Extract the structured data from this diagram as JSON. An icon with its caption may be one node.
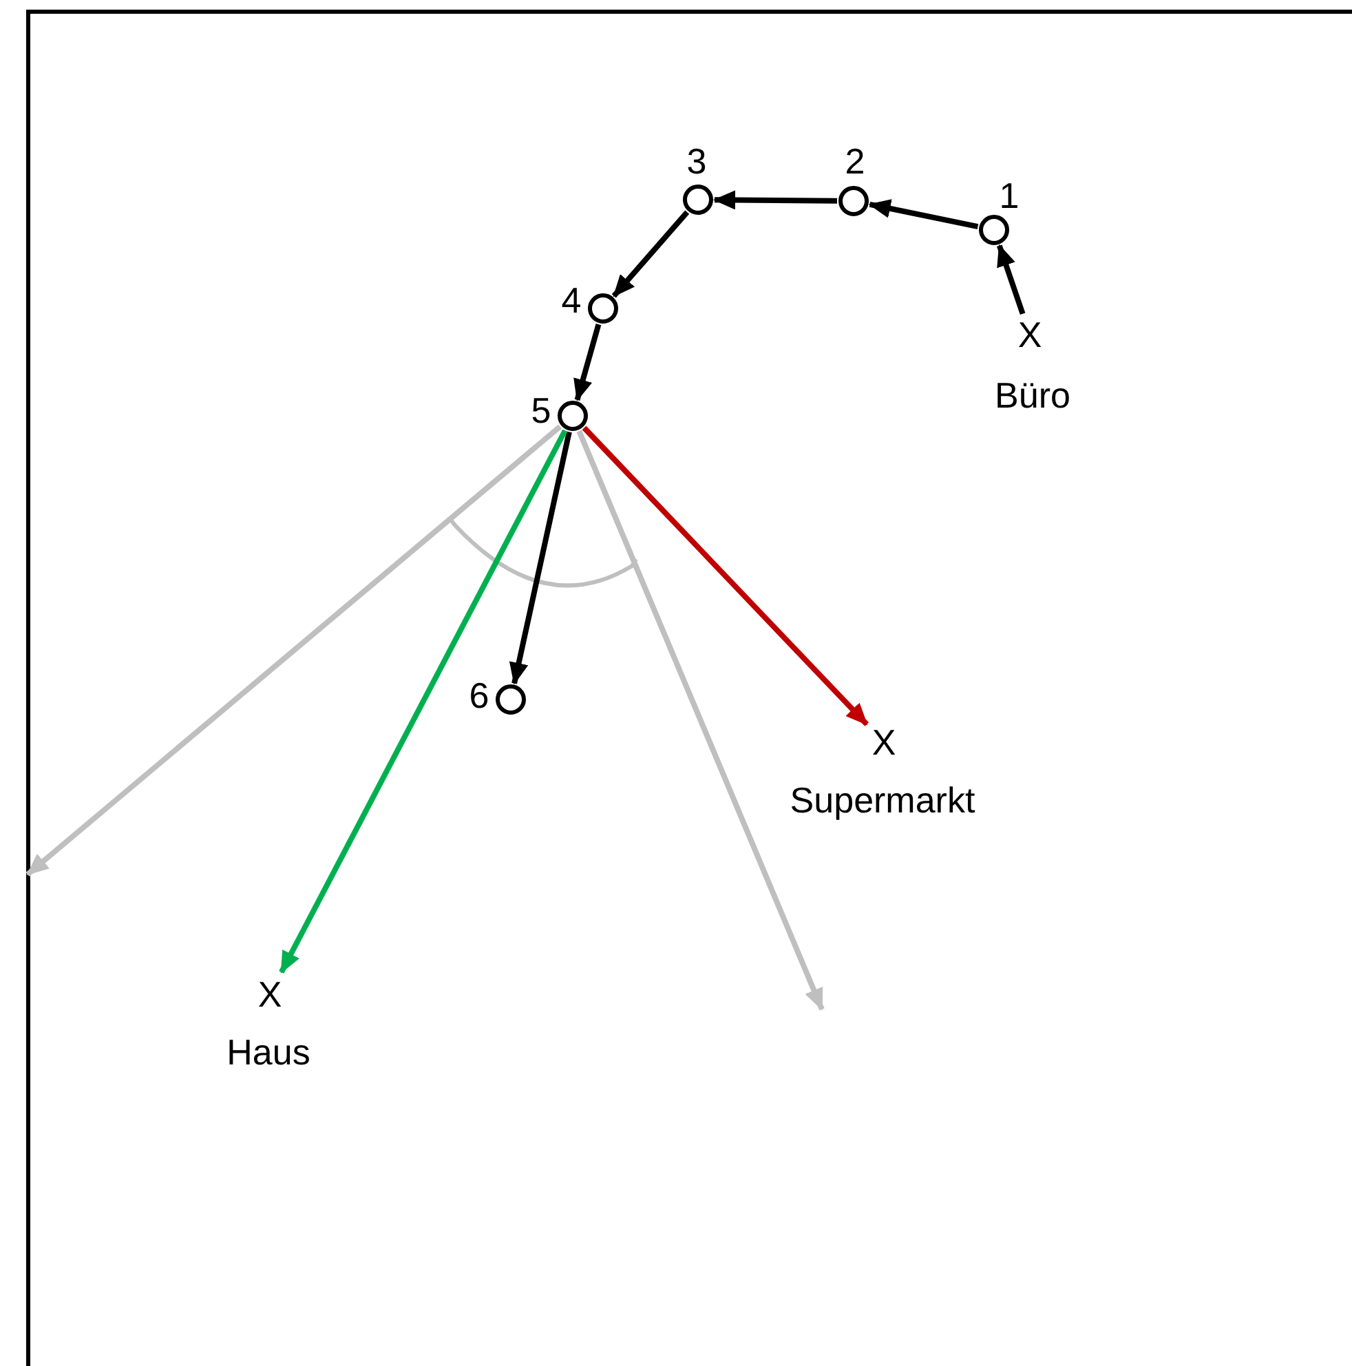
{
  "diagram": {
    "nodes": [
      {
        "text": [
          "X"
        ],
        "beside": [
          "Büro"
        ]
      },
      {
        "text": [],
        "shape": "circle",
        "beside": [
          "1"
        ]
      },
      {
        "text": [],
        "shape": "circle",
        "beside": [
          "2"
        ]
      },
      {
        "text": [],
        "shape": "circle",
        "beside": [
          "3"
        ]
      },
      {
        "text": [],
        "shape": "circle",
        "beside": [
          "4"
        ]
      },
      {
        "text": [],
        "shape": "circle",
        "beside": [
          "5"
        ]
      },
      {
        "text": [],
        "shape": "circle",
        "beside": [
          "6"
        ]
      },
      {
        "text": [
          "X"
        ],
        "beside": [
          "Supermarkt"
        ]
      },
      {
        "text": [
          "X"
        ],
        "beside": [
          "Haus"
        ]
      }
    ],
    "edges": [
      {
        "from": 0,
        "to": 1,
        "arrow": "to"
      },
      {
        "from": 1,
        "to": 2,
        "arrow": "to"
      },
      {
        "from": 2,
        "to": 3,
        "arrow": "to"
      },
      {
        "from": 3,
        "to": 4,
        "arrow": "to"
      },
      {
        "from": 4,
        "to": 5,
        "arrow": "to"
      },
      {
        "from": 5,
        "to": 6,
        "arrow": "to"
      },
      {
        "from": 5,
        "to": 7,
        "arrow": "to",
        "color": "#c00000"
      },
      {
        "from": 5,
        "to": 8,
        "arrow": "to",
        "color": "#00b050"
      },
      {
        "from": 5,
        "to": null,
        "arrow": "to",
        "color": "#bfbfbf"
      },
      {
        "from": 5,
        "to": null,
        "arrow": "to",
        "color": "#bfbfbf"
      }
    ]
  }
}
